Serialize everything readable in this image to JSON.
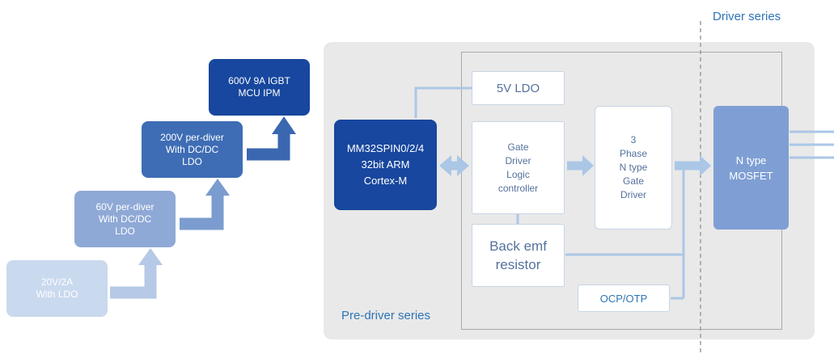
{
  "colors": {
    "canvas_bg": "#ffffff",
    "panel_bg": "#e9e9e9",
    "inner_border": "#a9a9a9",
    "dark_blue": "#17479e",
    "mid_blue": "#3e6db5",
    "soft_blue": "#8fa9d6",
    "pale_blue": "#c9d9ee",
    "mosfet_blue": "#7f9fd4",
    "arrow_blue": "#abc7e6",
    "stair_arrow_1": "#b6c9e6",
    "stair_arrow_2": "#7b9ccf",
    "stair_arrow_3": "#3a67b0",
    "label_blue": "#2e74b5",
    "block_text": "#54719c",
    "block_border": "#c7d4e6",
    "dash_gray": "#9d9d9d"
  },
  "roadmap": {
    "steps": [
      {
        "lines": [
          "20V/2A",
          "With LDO"
        ]
      },
      {
        "lines": [
          "60V per-diver",
          "With DC/DC",
          "LDO"
        ]
      },
      {
        "lines": [
          "200V per-diver",
          "With DC/DC",
          "LDO"
        ]
      },
      {
        "lines": [
          "600V 9A IGBT",
          "MCU IPM"
        ]
      }
    ]
  },
  "diagram": {
    "driver_series_label": "Driver series",
    "predriver_series_label": "Pre-driver series",
    "mcu": {
      "lines": [
        "MM32SPIN0/2/4",
        "32bit ARM",
        "Cortex-M"
      ]
    },
    "ldo_label": "5V LDO",
    "gate_logic": {
      "lines": [
        "Gate",
        "Driver",
        "Logic",
        "controller"
      ]
    },
    "back_emf": {
      "lines": [
        "Back emf",
        "resistor"
      ]
    },
    "ocp_label": "OCP/OTP",
    "gate_driver": {
      "lines": [
        "3",
        "Phase",
        "N type",
        "Gate",
        "Driver"
      ]
    },
    "mosfet": {
      "lines": [
        "N type",
        "MOSFET"
      ]
    }
  }
}
